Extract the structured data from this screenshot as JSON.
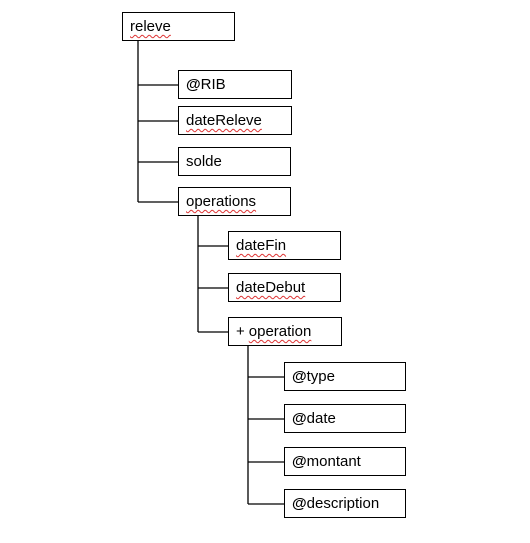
{
  "tree": {
    "root": {
      "label": "releve"
    },
    "children": [
      {
        "prefix": "@",
        "label": "RIB"
      },
      {
        "label": "dateReleve"
      },
      {
        "label": "solde"
      },
      {
        "label": "operations"
      }
    ],
    "operations_children": [
      {
        "label": "dateFin"
      },
      {
        "label": "dateDebut"
      },
      {
        "prefix": "+",
        "label": "operation"
      }
    ],
    "operation_attributes": [
      {
        "prefix": "@",
        "label": "type"
      },
      {
        "prefix": "@",
        "label": "date"
      },
      {
        "prefix": "@",
        "label": "montant"
      },
      {
        "prefix": "@",
        "label": "description"
      }
    ]
  },
  "colors": {
    "line": "#000000",
    "box_border": "#000000",
    "spellcheck_underline": "#dd3333"
  }
}
